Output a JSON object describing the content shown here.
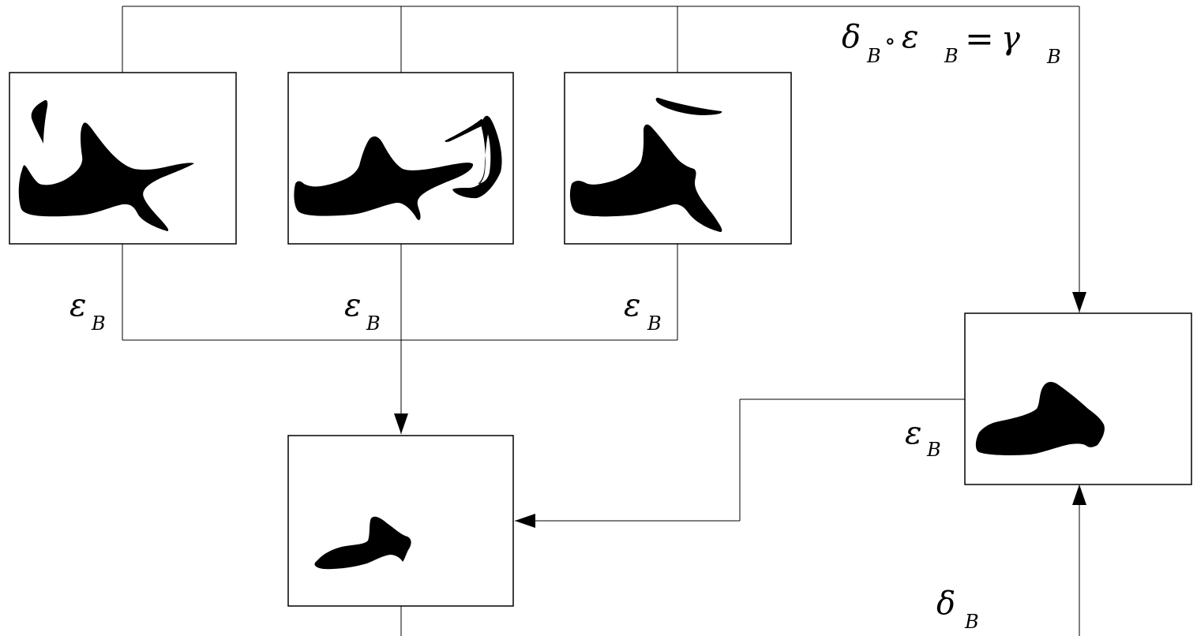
{
  "labels": {
    "epsilon": "ε",
    "delta": "δ",
    "gamma": "γ",
    "subscript": "B",
    "compose_op": "∘",
    "equals": "="
  },
  "boxes": [
    {
      "id": "input-1",
      "content": "shape-star"
    },
    {
      "id": "input-2",
      "content": "shape-shark-hook"
    },
    {
      "id": "input-3",
      "content": "shape-bird"
    },
    {
      "id": "result",
      "content": "shape-small-blob"
    },
    {
      "id": "reference",
      "content": "shape-foot"
    }
  ],
  "colors": {
    "line": "#000000",
    "fill": "#000000",
    "box_stroke": "#000000",
    "background": "#ffffff"
  }
}
